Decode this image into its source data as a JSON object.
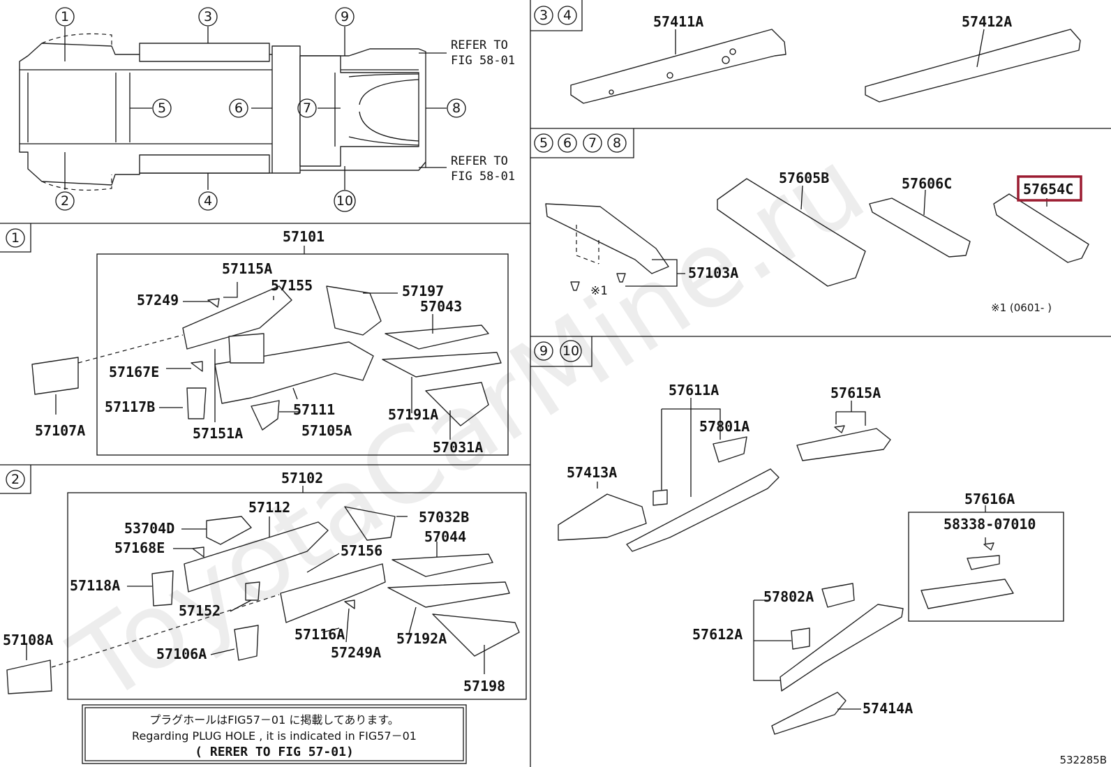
{
  "overview": {
    "circle_numbers": [
      "1",
      "2",
      "3",
      "4",
      "5",
      "6",
      "7",
      "8",
      "9",
      "10"
    ],
    "refer_1a": "REFER TO",
    "refer_1b": "FIG 58-01",
    "refer_2a": "REFER TO",
    "refer_2b": "FIG 58-01"
  },
  "section_1": {
    "tag": "1",
    "group_label": "57101",
    "parts": [
      "57115A",
      "57249",
      "57155",
      "57197",
      "57043",
      "57167E",
      "57117B",
      "57151A",
      "57111",
      "57105A",
      "57191A",
      "57031A",
      "57107A"
    ]
  },
  "section_2": {
    "tag": "2",
    "group_label": "57102",
    "parts": [
      "57112",
      "53704D",
      "57168E",
      "57118A",
      "57152",
      "57156",
      "57032B",
      "57044",
      "57116A",
      "57249A",
      "57106A",
      "57192A",
      "57198",
      "57108A"
    ]
  },
  "section_34": {
    "tags": [
      "3",
      "4"
    ],
    "parts": [
      "57411A",
      "57412A"
    ]
  },
  "section_5678": {
    "tags": [
      "5",
      "6",
      "7",
      "8"
    ],
    "parts": [
      "57605B",
      "57606C",
      "57654C",
      "57103A"
    ],
    "marker": "※1",
    "footnote": "※1 (0601-      )"
  },
  "section_910": {
    "tags": [
      "9",
      "10"
    ],
    "parts": [
      "57611A",
      "57615A",
      "57801A",
      "57413A",
      "57616A",
      "58338-07010",
      "57802A",
      "57612A",
      "57414A"
    ]
  },
  "note": {
    "line_jp": "プラグホールはFIG57－01 に掲載してあります。",
    "line_en": "Regarding PLUG HOLE , it is indicated in FIG57－01",
    "line_ref": "( RERER TO FIG 57-01)"
  },
  "diagram_code": "532285B",
  "watermark": "ToyotaCarMine.ru",
  "colors": {
    "highlight": "#9b1b30",
    "ink": "#111111"
  }
}
